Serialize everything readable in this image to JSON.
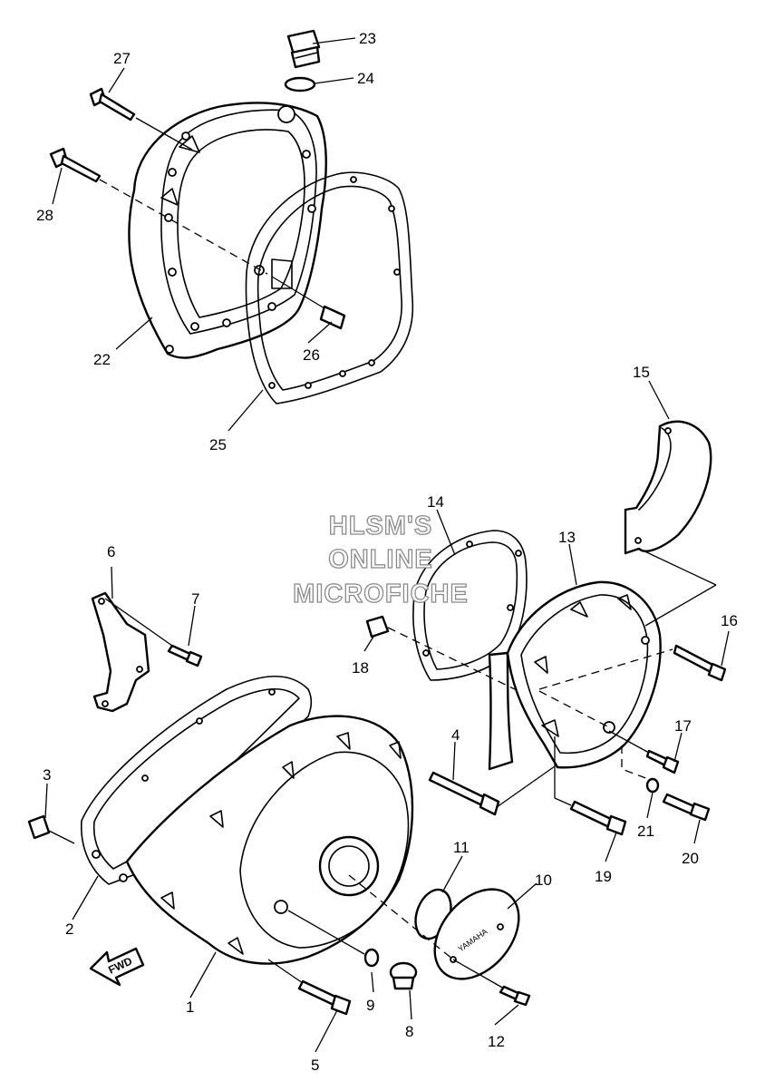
{
  "watermark": {
    "line1": "HLSM'S",
    "line2": "ONLINE",
    "line3": "MICROFICHE"
  },
  "fwd_label": "FWD",
  "cover_stamp": "YAMAHA",
  "callouts": [
    {
      "id": "1"
    },
    {
      "id": "2"
    },
    {
      "id": "3"
    },
    {
      "id": "4"
    },
    {
      "id": "5"
    },
    {
      "id": "6"
    },
    {
      "id": "7"
    },
    {
      "id": "8"
    },
    {
      "id": "9"
    },
    {
      "id": "10"
    },
    {
      "id": "11"
    },
    {
      "id": "12"
    },
    {
      "id": "13"
    },
    {
      "id": "14"
    },
    {
      "id": "15"
    },
    {
      "id": "16"
    },
    {
      "id": "17"
    },
    {
      "id": "18"
    },
    {
      "id": "19"
    },
    {
      "id": "20"
    },
    {
      "id": "21"
    },
    {
      "id": "22"
    },
    {
      "id": "23"
    },
    {
      "id": "24"
    },
    {
      "id": "25"
    },
    {
      "id": "26"
    },
    {
      "id": "27"
    },
    {
      "id": "28"
    }
  ]
}
